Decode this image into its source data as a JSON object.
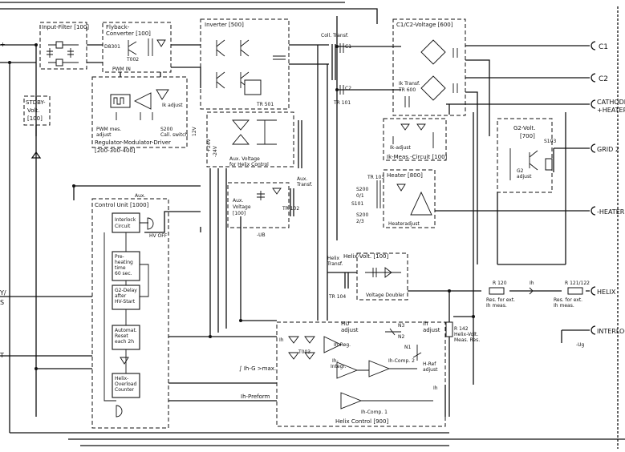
{
  "blocks": {
    "input_filter": "Input-Filter [100]",
    "flyback": [
      "Flyback-",
      "Converter [100]"
    ],
    "inverter": "Inverter [500]",
    "c1c2_voltage": "C1/C2-Voltage [600]",
    "stdby": [
      "STDBY-",
      "Volt.",
      "[100]"
    ],
    "regulator": [
      "Regulator-Modulator-Driver",
      "[200-300-400]"
    ],
    "control_unit": "Control Unit [1000]",
    "interlock_circuit": [
      "Interlock",
      "Circuit"
    ],
    "preheating": [
      "Pre-",
      "heating",
      "time",
      "60 sec."
    ],
    "g2_delay": [
      "G2-Delay",
      "after",
      "HV-Start"
    ],
    "autoreset": [
      "Automat.",
      "Reset",
      "each 2h"
    ],
    "helix_overload": [
      "Helix-",
      "Overload",
      "Counter"
    ],
    "aux_voltage_helix": [
      "Aux. Voltage",
      "for Helix Control"
    ],
    "aux_voltage_100": [
      "Aux.",
      "Voltage",
      "[100]"
    ],
    "ik_meas": "Ik-Meas.-Circuit [100]",
    "heater": "Heater [800]",
    "heater_adjust": "Heateradjust",
    "g2_volt": [
      "G2-Volt.",
      "[700]"
    ],
    "helix_volt": "Helix-Volt. [100]",
    "voltage_doubler": "Voltage Doubler",
    "helix_control": "Helix Control [900]"
  },
  "labels": {
    "pwm_in": "PWM IN",
    "d1302": "D8301",
    "t002": "T002",
    "ik_adjust_reg": "Ik adjust",
    "pwm_meas": [
      "PWM mes.",
      "adjust"
    ],
    "s200_call": [
      "S200",
      "Call. switch"
    ],
    "tr501": "TR 501",
    "coll_transf": "Coll. Transf.",
    "c1_cap": "C1",
    "c2_cap": "C2",
    "tr101": "TR 101",
    "ik_transf": [
      "Ik Transf.",
      "TR 600"
    ],
    "ik_adjust_meas": "Ik-adjust",
    "tr103": "TR 103",
    "s200_01": [
      "S200",
      "0/1"
    ],
    "s200_23": [
      "S200",
      "2/3"
    ],
    "s101": "S101",
    "g2_adjust": [
      "G2",
      "adjust"
    ],
    "s103": "S103",
    "aux_transf": [
      "Aux.",
      "Transf."
    ],
    "tr102": "TR 102",
    "minus_ub_aux": "-UB",
    "v24": "+24V",
    "vm24": "-24V",
    "v12": "12V",
    "aux": "Aux.",
    "hv_off": "HV OFF",
    "helix_transf": [
      "Helix",
      "Transf."
    ],
    "tr104": "TR 104",
    "r120": "R 120",
    "res_ext_ih": [
      "Res. for ext.",
      "Ih meas."
    ],
    "ih": "Ih",
    "r121": "R 121/122",
    "res_ext_ih2": [
      "Res. for ext.",
      "Ih meas."
    ],
    "r142": [
      "R 142",
      "Helix-Volt.",
      "Meas. Res."
    ],
    "ub_adjust": [
      "HU",
      "adjust"
    ],
    "ih_adjust": [
      "Ih",
      "adjust"
    ],
    "ih_reg": "Ih-Reg.",
    "ih_integr": [
      "Ih-",
      "Integr."
    ],
    "ih_comp2": "Ih-Comp. 2",
    "ih_comp1": "Ih-Comp. 1",
    "h_ref": [
      "H-Ref",
      "adjust"
    ],
    "t003": "T003",
    "ih_bus": "Ih",
    "ih_bus2": "Ih",
    "ih_max": "∫ Ih-G >max.",
    "ih_preform": "Ih-Preform",
    "minus_ug": "-Ug",
    "n1": "N1",
    "n2": "N2",
    "n3": "N3"
  },
  "left_terminals": [
    "+",
    "-",
    "Y/",
    "S",
    "T"
  ],
  "right_terminals": {
    "c1": "C1",
    "c2": "C2",
    "cathode": [
      "CATHODE",
      "+HEATER"
    ],
    "grid2": "GRID 2",
    "minus_heater": "-HEATER",
    "helix": "HELIX",
    "interlock": "INTERLOC"
  }
}
